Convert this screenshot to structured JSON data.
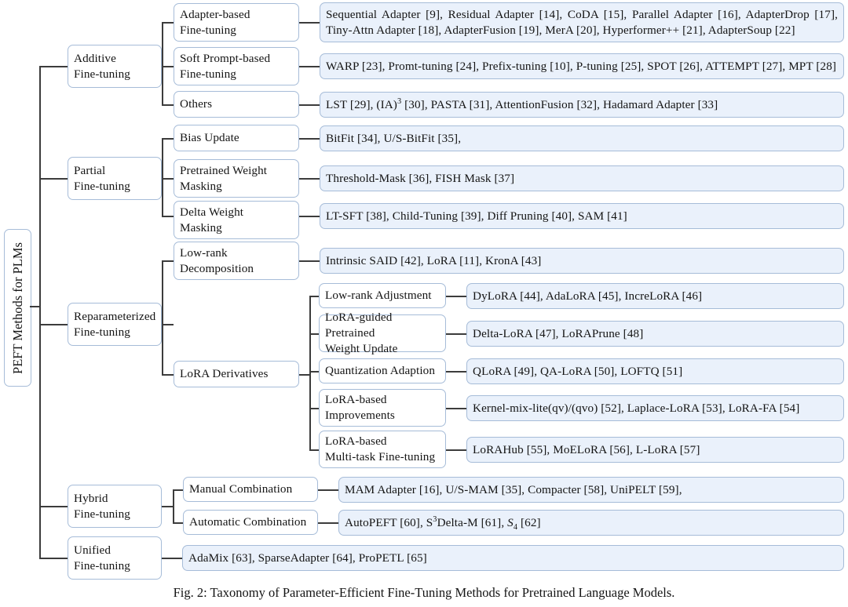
{
  "figure": {
    "caption": "Fig. 2: Taxonomy of Parameter-Efficient Fine-Tuning Methods for Pretrained Language Models.",
    "root_label": "PEFT Methods for PLMs",
    "colors": {
      "leaf_fill": "#eaf1fb",
      "box_border": "#a6bcd8",
      "node_fill": "#ffffff",
      "connector": "#3c3c3c",
      "text": "#141414"
    }
  },
  "tree": {
    "additive": {
      "label_line1": "Additive",
      "label_line2": "Fine-tuning",
      "children": [
        {
          "label_line1": "Adapter-based",
          "label_line2": "Fine-tuning",
          "leaf": "Sequential Adapter [9], Residual Adapter [14], CoDA [15], Parallel Adapter [16], AdapterDrop [17], Tiny-Attn Adapter [18], AdapterFusion [19], MerA [20], Hyperformer++ [21], AdapterSoup [22]"
        },
        {
          "label_line1": "Soft Prompt-based",
          "label_line2": "Fine-tuning",
          "leaf": "WARP [23], Promt-tuning [24], Prefix-tuning [10], P-tuning [25], SPOT [26], ATTEMPT [27], MPT [28]"
        },
        {
          "label_line1": "Others",
          "label_line2": "",
          "leaf_html": "LST [29], (IA)<sup>3</sup> [30], PASTA [31], AttentionFusion [32], Hadamard Adapter [33]"
        }
      ]
    },
    "partial": {
      "label_line1": "Partial",
      "label_line2": "Fine-tuning",
      "children": [
        {
          "label_line1": "Bias Update",
          "label_line2": "",
          "leaf": "BitFit [34], U/S-BitFit [35],"
        },
        {
          "label_line1": "Pretrained Weight",
          "label_line2": "Masking",
          "leaf": "Threshold-Mask [36], FISH Mask [37]"
        },
        {
          "label_line1": "Delta Weight",
          "label_line2": "Masking",
          "leaf": "LT-SFT [38], Child-Tuning [39], Diff Pruning [40], SAM [41]"
        }
      ]
    },
    "reparameterized": {
      "label_line1": "Reparameterized",
      "label_line2": "Fine-tuning",
      "lowrank": {
        "label_line1": "Low-rank",
        "label_line2": "Decomposition",
        "leaf": "Intrinsic SAID [42], LoRA [11], KronA [43]"
      },
      "derivatives": {
        "label_line1": "LoRA Derivatives",
        "label_line2": "",
        "children": [
          {
            "label_line1": "Low-rank Adjustment",
            "label_line2": "",
            "leaf": "DyLoRA [44], AdaLoRA [45], IncreLoRA [46]"
          },
          {
            "label_line1": "LoRA-guided Pretrained",
            "label_line2": "Weight Update",
            "leaf": "Delta-LoRA [47], LoRAPrune [48]"
          },
          {
            "label_line1": "Quantization Adaption",
            "label_line2": "",
            "leaf": "QLoRA [49], QA-LoRA [50], LOFTQ [51]"
          },
          {
            "label_line1": "LoRA-based",
            "label_line2": "Improvements",
            "leaf": "Kernel-mix-lite(qv)/(qvo) [52], Laplace-LoRA [53], LoRA-FA [54]"
          },
          {
            "label_line1": "LoRA-based",
            "label_line2": "Multi-task Fine-tuning",
            "leaf": "LoRAHub [55], MoELoRA [56], L-LoRA [57]"
          }
        ]
      }
    },
    "hybrid": {
      "label_line1": "Hybrid",
      "label_line2": "Fine-tuning",
      "children": [
        {
          "label_line1": "Manual Combination",
          "label_line2": "",
          "leaf": "MAM Adapter [16], U/S-MAM [35], Compacter [58], UniPELT [59],"
        },
        {
          "label_line1": "Automatic Combination",
          "label_line2": "",
          "leaf_html": "AutoPEFT [60], S<sup>3</sup>Delta-M [61], <span class=\"cal\">S<sub>4</sub></span> [62]"
        }
      ]
    },
    "unified": {
      "label_line1": "Unified",
      "label_line2": "Fine-tuning",
      "leaf": "AdaMix [63], SparseAdapter [64], ProPETL [65]"
    }
  }
}
